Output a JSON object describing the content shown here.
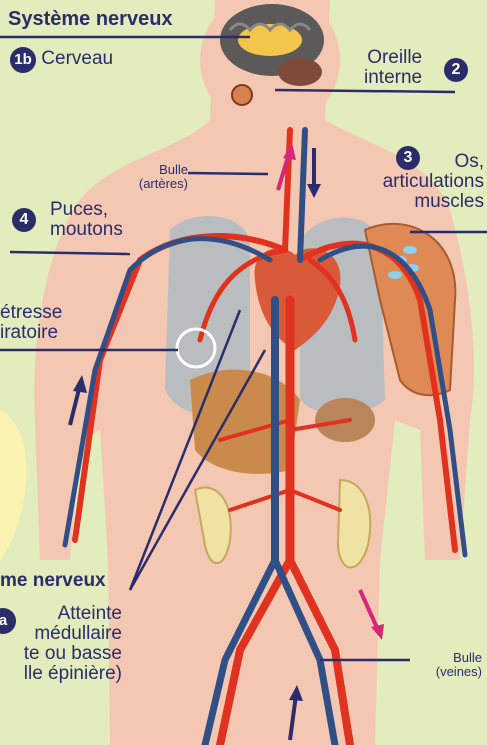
{
  "labels": {
    "systeme_nerveux_top": "Système nerveux",
    "badge_1b": "1b",
    "cerveau": "Cerveau",
    "oreille_line1": "Oreille",
    "oreille_line2": "interne",
    "badge_2": "2",
    "bulle_arteres_line1": "Bulle",
    "bulle_arteres_line2": "(artères)",
    "badge_3": "3",
    "os_line1": "Os,",
    "os_line2": "articulations",
    "os_line3": "muscles",
    "badge_4": "4",
    "puces_line1": "Puces,",
    "puces_line2": "moutons",
    "detresse_line1": "étresse",
    "detresse_line2": "iratoire",
    "systeme_nerveux_bottom": "me nerveux",
    "badge_a": "a",
    "atteinte_line1": "Atteinte",
    "atteinte_line2": "médullaire",
    "atteinte_line3": "te ou basse",
    "atteinte_line4": "lle épinière)",
    "bulle_veines_line1": "Bulle",
    "bulle_veines_line2": "(veines)"
  },
  "colors": {
    "background": "#e3ecbd",
    "body_skin": "#f3c7b2",
    "artery": "#e0321e",
    "vein": "#2f4f86",
    "label_text": "#2b2d6b",
    "arrow_pink": "#d8257a",
    "lung": "#b9bdc0",
    "heart": "#d95a38",
    "muscle": "#df8a55"
  }
}
